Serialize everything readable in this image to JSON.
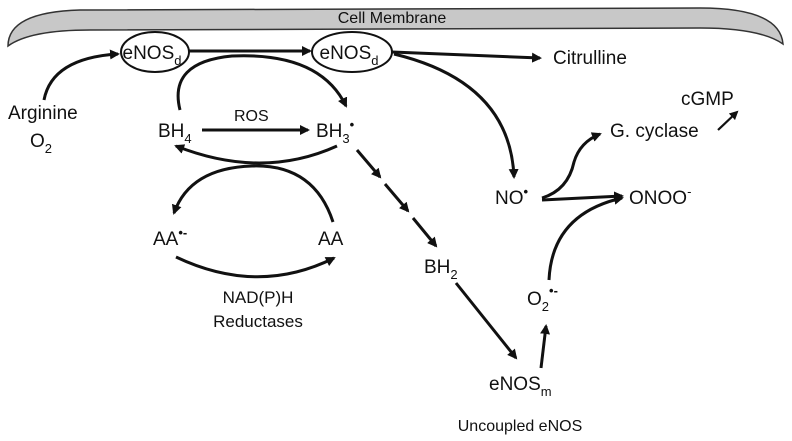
{
  "membrane": {
    "label": "Cell Membrane",
    "fill": "#c8c8c8"
  },
  "nodes": {
    "enos_left": {
      "base": "eNOS",
      "sub": "d"
    },
    "enos_right": {
      "base": "eNOS",
      "sub": "d"
    },
    "citrulline": "Citrulline",
    "arginine": "Arginine",
    "o2_base": "O",
    "o2_sub": "2",
    "bh4_base": "BH",
    "bh4_sub": "4",
    "ros": "ROS",
    "bh3_base": "BH",
    "bh3_sub": "3",
    "bh3_sup": "•",
    "aa_radical_base": "AA",
    "aa_radical_sup": "•-",
    "aa": "AA",
    "nadph_line1": "NAD(P)H",
    "nadph_line2": "Reductases",
    "bh2_base": "BH",
    "bh2_sub": "2",
    "no_base": "NO",
    "no_sup": "•",
    "gcyclase": "G. cyclase",
    "cgmp": "cGMP",
    "onoo_base": "ONOO",
    "onoo_sup": "-",
    "superoxide_base": "O",
    "superoxide_sub": "2",
    "superoxide_sup": "•-",
    "enos_m_base": "eNOS",
    "enos_m_sub": "m",
    "uncoupled": "Uncoupled eNOS"
  },
  "colors": {
    "ink": "#111111",
    "membrane_edge": "#333333"
  }
}
